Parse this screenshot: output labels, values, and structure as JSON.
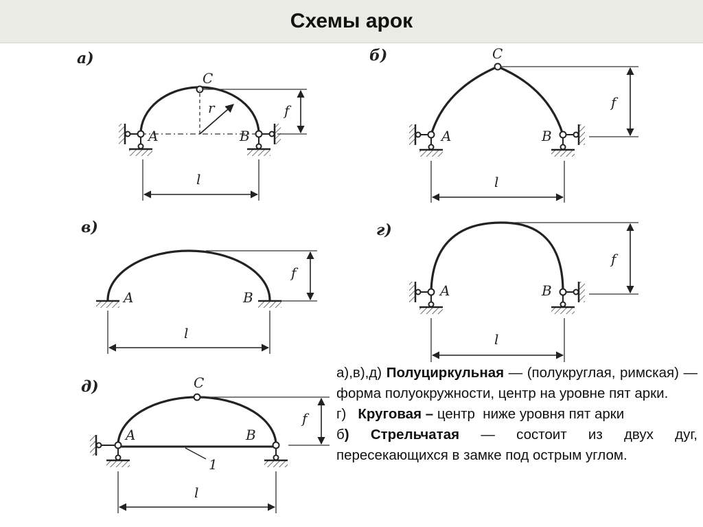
{
  "title": "Схемы арок",
  "colors": {
    "title_bg": "#ebebe6",
    "ink": "#222222"
  },
  "diagrams": {
    "a": {
      "panel": "а)",
      "point_a": "A",
      "point_b": "B",
      "point_c": "C",
      "radius": "r",
      "rise": "f",
      "span": "l"
    },
    "b": {
      "panel": "б)",
      "point_a": "A",
      "point_b": "B",
      "point_c": "C",
      "rise": "f",
      "span": "l"
    },
    "v": {
      "panel": "в)",
      "point_a": "A",
      "point_b": "B",
      "rise": "f",
      "span": "l"
    },
    "g": {
      "panel": "г)",
      "point_a": "A",
      "point_b": "B",
      "rise": "f",
      "span": "l"
    },
    "d": {
      "panel": "д)",
      "point_a": "A",
      "point_b": "B",
      "point_c": "C",
      "tie": "1",
      "rise": "f",
      "span": "l"
    }
  },
  "description": {
    "p1_prefix": "а),в),д) ",
    "p1_term": "Полуциркульная",
    "p1_rest": " — (полукруглая, римская) — форма полуокружности, центр на уровне пят арки.",
    "p2_prefix": "г)   ",
    "p2_term": "Круговая –",
    "p2_rest": " центр  ниже уровня пят арки",
    "p3_prefix": "б",
    "p3_term": ") Стрельчатая",
    "p3_rest": " — состоит из двух дуг, пересекающихся в замке под острым углом."
  }
}
